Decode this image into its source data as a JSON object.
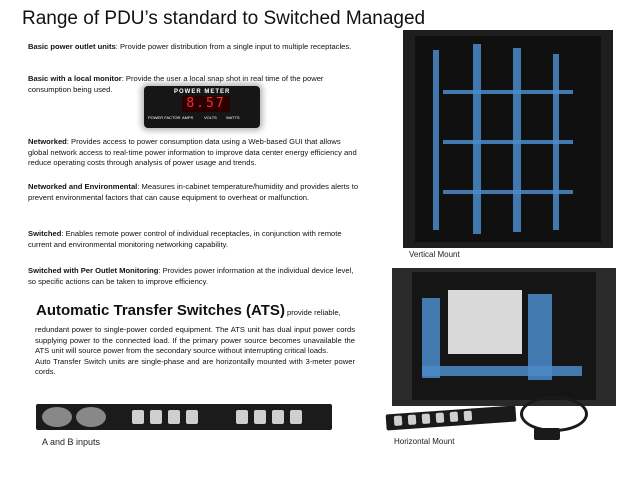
{
  "title": "Range of PDU’s standard to Switched Managed",
  "items": [
    {
      "label": "Basic power outlet units",
      "text": ":  Provide power distribution from a single input to multiple receptacles."
    },
    {
      "label": "Basic with a local monitor",
      "text": ": Provide the user a local snap shot in real time of the power consumption being used."
    },
    {
      "label": "Networked",
      "text": ":  Provides access to power consumption  data using a Web-based GUI that allows global network access to real-time power information to improve data center energy efficiency and reduce operating costs through analysis of power usage and trends."
    },
    {
      "label": "Networked and Environmental",
      "text": ":  Measures in-cabinet temperature/humidity and provides alerts to prevent environmental factors that can cause equipment to overheat or malfunction."
    },
    {
      "label": "Switched",
      "text": ":  Enables remote power control of individual receptacles, in conjunction with remote current and environmental monitoring networking capability."
    },
    {
      "label": "Switched with Per Outlet Monitoring",
      "text": ":  Provides power information at the individual device level, so specific actions can be taken to improve efficiency."
    }
  ],
  "meter": {
    "title": "POWER METER",
    "reading": "8.57",
    "labels": [
      "POWER FACTOR",
      "AMPS",
      "VOLTS",
      "WATTS"
    ]
  },
  "ats": {
    "heading": "Automatic Transfer Switches (ATS)",
    "heading_tail": " provide reliable,",
    "body1": "redundant power to single-power corded equipment. The ATS unit has dual input power cords supplying power to the connected load. If the primary power source becomes unavailable the ATS unit will source power from the secondary source without interrupting critical loads.",
    "body2": " Auto Transfer Switch units are single-phase and are horizontally mounted with  3-meter power cords."
  },
  "captions": {
    "ab_inputs": "A and B inputs",
    "vertical": "Vertical Mount",
    "horizontal": "Horizontal Mount"
  },
  "colors": {
    "cable": "#4a8bc9",
    "meter_digits": "#ff2a2a"
  }
}
